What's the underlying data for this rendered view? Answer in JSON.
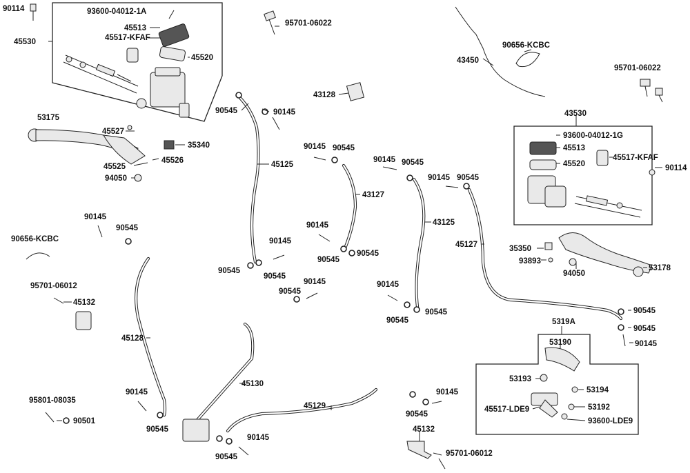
{
  "labels": [
    "90114",
    "93600-04012-1A",
    "45513",
    "45517-KFAF",
    "45530",
    "45520",
    "95701-06022",
    "53175",
    "45527",
    "35340",
    "45525",
    "45526",
    "94050",
    "90545",
    "90145",
    "45125",
    "43128",
    "43450",
    "90656-KCBC",
    "95701-06022",
    "90145",
    "90545",
    "43127",
    "90145",
    "90545",
    "43125",
    "90145",
    "90545",
    "45127",
    "43530",
    "93600-04012-1G",
    "45513",
    "45520",
    "45517-KFAF",
    "90114",
    "35350",
    "93893",
    "94050",
    "53178",
    "90145",
    "90545",
    "90656-KCBC",
    "90145",
    "90545",
    "90545",
    "90145",
    "90545",
    "90545",
    "90545",
    "90145",
    "90145",
    "90545",
    "90545",
    "95701-06012",
    "45132",
    "45128",
    "90545",
    "90545",
    "90145",
    "5319A",
    "53190",
    "53193",
    "53194",
    "45517-LDE9",
    "53192",
    "93600-LDE9",
    "95801-08035",
    "90501",
    "90145",
    "90545",
    "45130",
    "45129",
    "90145",
    "90545",
    "90545",
    "90145",
    "45132",
    "95701-06012"
  ]
}
